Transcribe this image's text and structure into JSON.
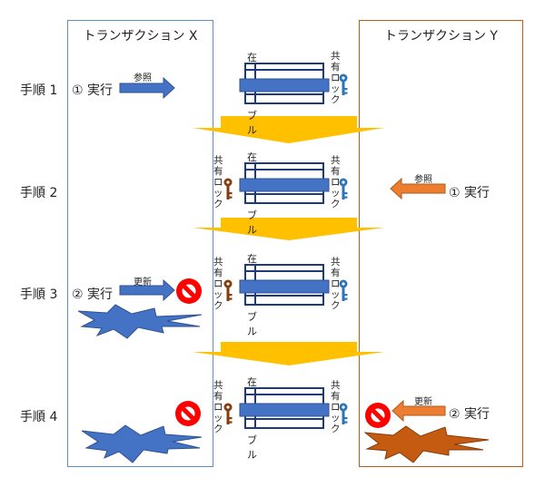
{
  "transactions": {
    "x": {
      "title": "トランザクション X"
    },
    "y": {
      "title": "トランザクション Y"
    }
  },
  "steps": [
    {
      "label": "手順 1"
    },
    {
      "label": "手順 2"
    },
    {
      "label": "手順 3"
    },
    {
      "label": "手順 4"
    }
  ],
  "table_label": "在庫テーブル",
  "lock_label_line1": "共有",
  "lock_label_line2": "ロック",
  "actions": {
    "x_exec1": "① 実行",
    "x_exec1_op": "参照",
    "y_exec1": "① 実行",
    "y_exec1_op": "参照",
    "x_exec2": "② 実行",
    "x_exec2_op": "更新",
    "y_exec2": "② 実行",
    "y_exec2_op": "更新"
  },
  "colors": {
    "x_border": "#5b8fc7",
    "y_border": "#c55a11",
    "x_arrow": "#4472c4",
    "y_arrow": "#ed7d31",
    "flow_arrow": "#ffc000",
    "key_x": "#843c0c",
    "key_y": "#2e75b6",
    "prohibit": "#ff0000"
  }
}
